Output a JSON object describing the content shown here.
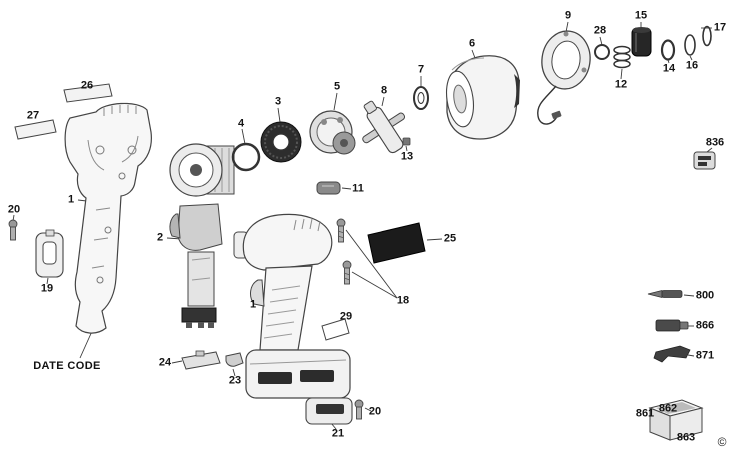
{
  "diagram": {
    "date_code_label": "DATE CODE",
    "copyright": "©",
    "part_numbers": {
      "n1a": "1",
      "n1b": "1",
      "n2": "2",
      "n3": "3",
      "n4": "4",
      "n5": "5",
      "n6": "6",
      "n7": "7",
      "n8": "8",
      "n9": "9",
      "n11": "11",
      "n12": "12",
      "n13": "13",
      "n14": "14",
      "n15": "15",
      "n16": "16",
      "n17": "17",
      "n18": "18",
      "n19": "19",
      "n20a": "20",
      "n20b": "20",
      "n21": "21",
      "n23": "23",
      "n24": "24",
      "n25": "25",
      "n26": "26",
      "n27": "27",
      "n28": "28",
      "n29": "29",
      "n800": "800",
      "n836": "836",
      "n861": "861",
      "n862": "862",
      "n863": "863",
      "n866": "866",
      "n871": "871"
    }
  }
}
